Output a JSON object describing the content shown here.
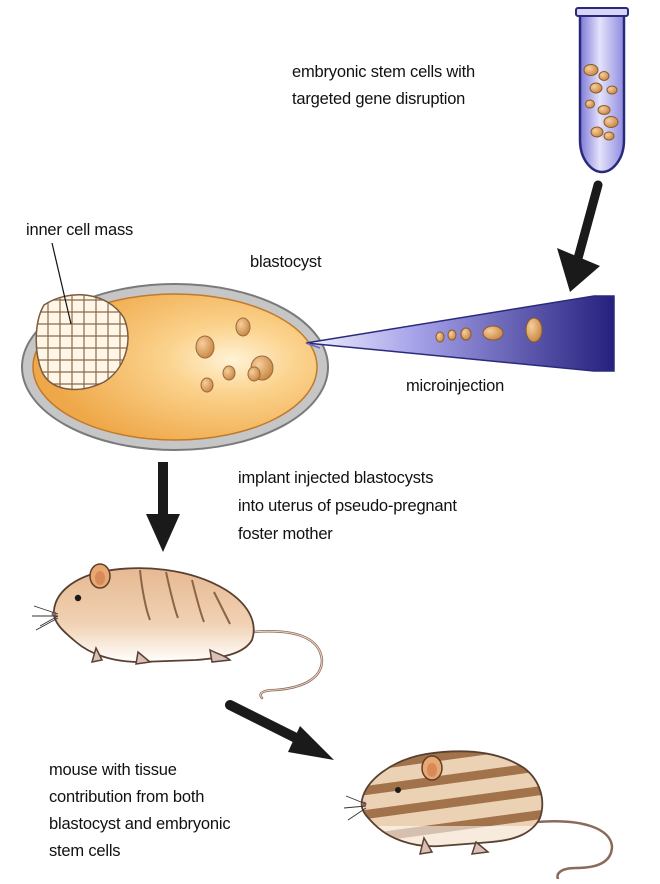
{
  "labels": {
    "es_cells_line1": "embryonic stem cells with",
    "es_cells_line2": "targeted gene disruption",
    "inner_cell_mass": "inner cell mass",
    "blastocyst": "blastocyst",
    "microinjection": "microinjection",
    "implant_line1": "implant injected blastocysts",
    "implant_line2": "into uterus of pseudo-pregnant",
    "implant_line3": "foster mother",
    "result_line1": "mouse with tissue",
    "result_line2": "contribution from both",
    "result_line3": "blastocyst and embryonic",
    "result_line4": "stem cells"
  },
  "colors": {
    "tube_fill": "#b8b4f0",
    "tube_outline": "#2a2a7a",
    "cell_fill": "#d99a5a",
    "blastocyst_fill": "#f5b860",
    "blastocyst_rim": "#9a9a9a",
    "needle_dark": "#2d2a8a",
    "needle_light": "#d8d6f8",
    "mouse_body": "#e8c8a8",
    "mouse_stripe": "#9a7050",
    "arrow": "#1a1a1a"
  }
}
